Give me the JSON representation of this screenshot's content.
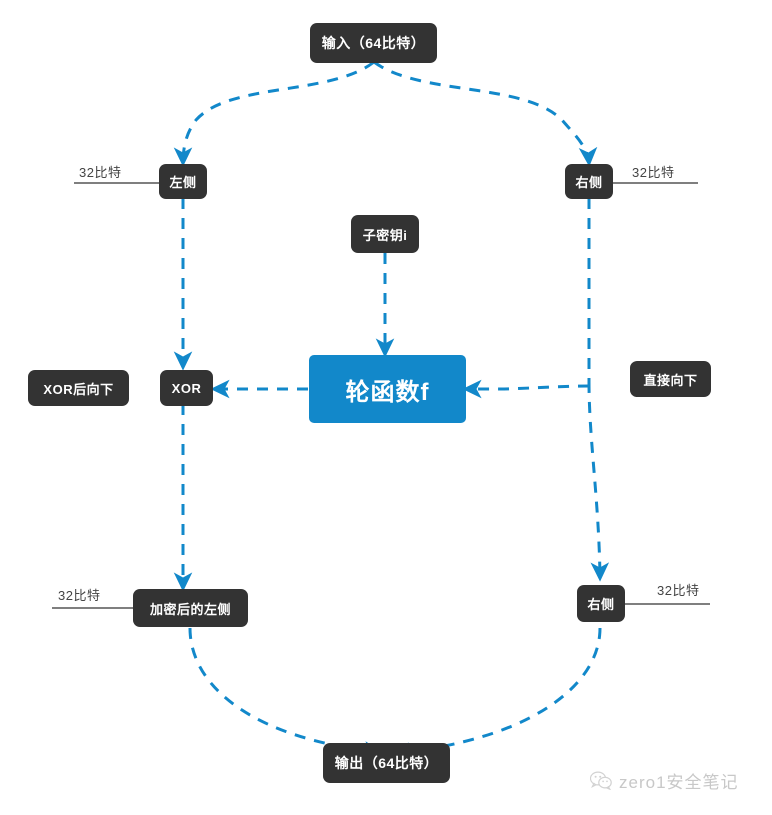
{
  "diagram": {
    "title_node": "输入（64比特）",
    "output_node": "输出（64比特）",
    "accent_color": "#1288ca",
    "node_color": "#333333",
    "nodes": {
      "input": "输入（64比特）",
      "left_top": "左侧",
      "right_top": "右侧",
      "subkey": "子密钥i",
      "xor_note": "XOR后向下",
      "xor": "XOR",
      "round_function": "轮函数f",
      "direct_note": "直接向下",
      "encrypted_left": "加密后的左侧",
      "right_bottom": "右侧",
      "output": "输出（64比特）"
    },
    "bit_labels": {
      "left_top": "32比特",
      "right_top": "32比特",
      "left_bottom": "32比特",
      "right_bottom": "32比特"
    }
  },
  "watermark": {
    "icon": "wechat-icon",
    "text": "zero1安全笔记"
  }
}
